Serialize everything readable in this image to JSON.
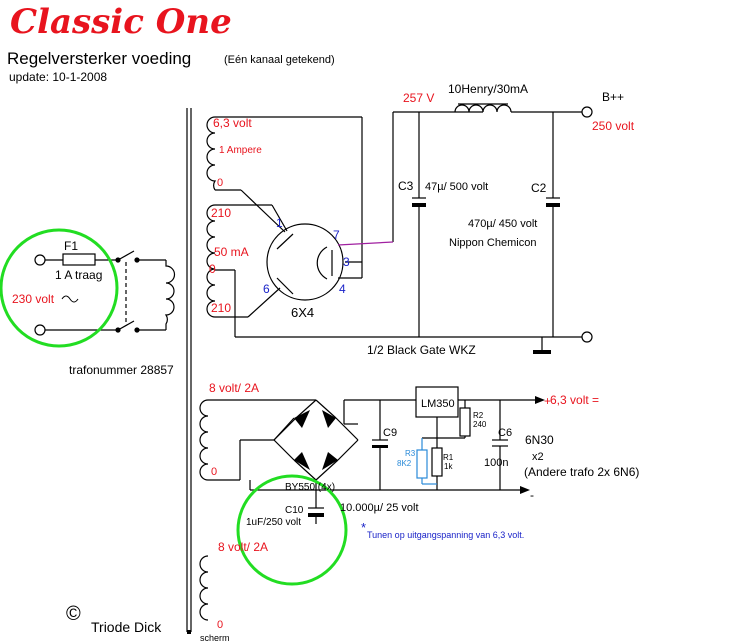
{
  "title": "Classic One",
  "subtitle": "Regelversterker voeding",
  "subtitle_note": "(Eén kanaal getekend)",
  "update": "update: 10-1-2008",
  "primary": {
    "fuse": "F1",
    "fuse_rating": "1 A traag",
    "mains": "230 volt",
    "transformer_number": "trafonummer 28857"
  },
  "hv_section": {
    "winding_heater": "6,3 volt",
    "winding_heater_current": "1 Ampere",
    "heater_zero": "0",
    "hv_210_top": "210",
    "hv_current": "50 mA",
    "hv_zero": "0",
    "hv_210_bottom": "210",
    "tube": "6X4",
    "pin1": "1",
    "pin7": "7",
    "pin3": "3",
    "pin6": "6",
    "pin4": "4",
    "voltage_257": "257 V",
    "choke": "10Henry/30mA",
    "bplus": "B++",
    "bplus_voltage": "250 volt",
    "c3": "C3",
    "c3_value": "47µ/ 500 volt",
    "c2": "C2",
    "c2_value": "470µ/ 450 volt",
    "c2_brand": "Nippon Chemicon",
    "ground_note": "1/2 Black Gate WKZ"
  },
  "lv_section": {
    "winding": "8 volt/ 2A",
    "winding_zero": "0",
    "regulator": "LM350",
    "output": "6,3 volt =",
    "c9": "C9",
    "c9_value": "10.000µ/ 25 volt",
    "r3": "R3",
    "r3_value": "8K2",
    "r1": "R1",
    "r1_value": "1k",
    "r2": "R2",
    "r2_value": "240",
    "c6": "C6",
    "c6_value": "100n",
    "bridge": "BY550 (4x)",
    "c10": "C10",
    "c10_value": "1uF/250 volt",
    "tune_note": "Tunen op uitgangspanning van 6,3 volt.",
    "asterisk": "*",
    "tube_label": "6N30",
    "tube_count": "x2",
    "other_trafo": "(Andere trafo 2x 6N6)",
    "plus": "+",
    "minus": "-"
  },
  "spare_winding": {
    "winding": "8 volt/ 2A",
    "zero": "0"
  },
  "credit": {
    "copyright": "©",
    "author": "Triode Dick",
    "screen": "scherm"
  },
  "colors": {
    "title_red": "#e8141e",
    "note_blue": "#1a23c8",
    "resistor_blue": "#2a8ad8",
    "highlight_green": "#22dd22",
    "wire_purple": "#a020a0"
  }
}
